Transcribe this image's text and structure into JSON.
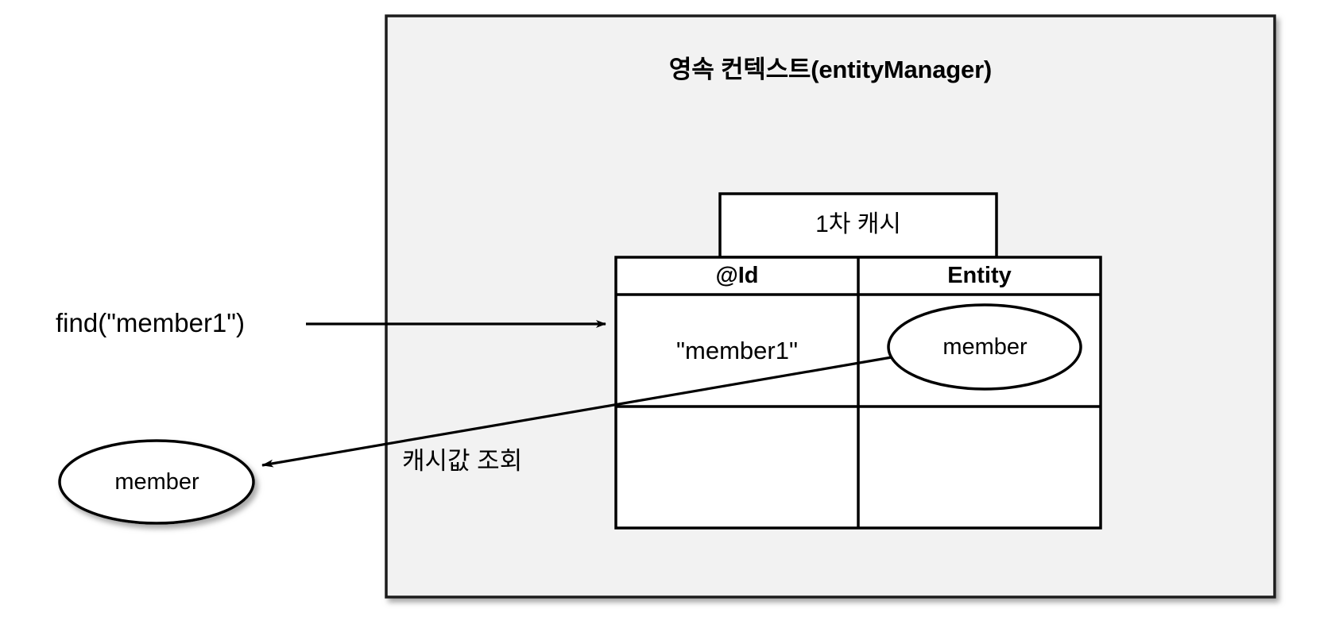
{
  "diagram": {
    "title": "영속 컨텍스트(entityManager)",
    "cache_box_label": "1차 캐시",
    "table": {
      "headers": [
        "@Id",
        "Entity"
      ],
      "rows": [
        {
          "id": "\"member1\"",
          "entity": "member"
        },
        {
          "id": "",
          "entity": ""
        }
      ]
    },
    "external_entity_label": "member",
    "find_call_label": "find(\"member1\")",
    "cache_lookup_label": "캐시값 조회",
    "colors": {
      "panel_fill": "#f2f2f2",
      "panel_stroke": "#1a1a1a",
      "box_fill": "#ffffff",
      "box_stroke": "#000000",
      "text": "#000000",
      "shadow": "#b3b3b3"
    }
  }
}
